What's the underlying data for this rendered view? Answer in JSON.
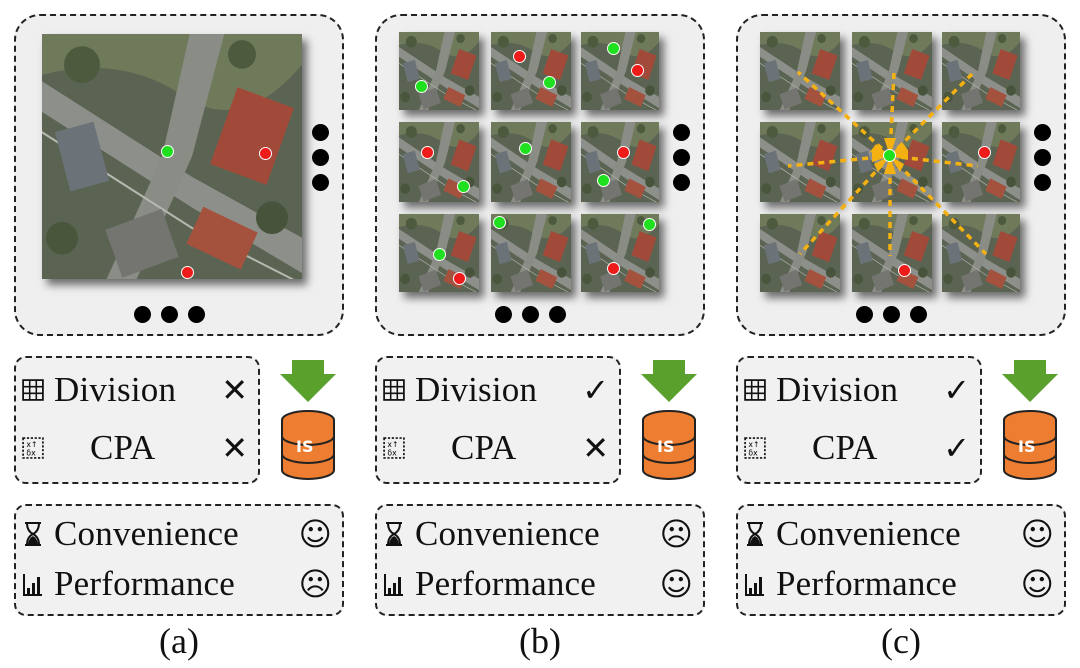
{
  "panels": [
    {
      "caption": "(a)",
      "division_label": "Division",
      "division_mark": "✕",
      "cpa_label": "CPA",
      "cpa_mark": "✕",
      "convenience_label": "Convenience",
      "convenience_face": "☺",
      "performance_label": "Performance",
      "performance_face": "☹"
    },
    {
      "caption": "(b)",
      "division_label": "Division",
      "division_mark": "✓",
      "cpa_label": "CPA",
      "cpa_mark": "✕",
      "convenience_label": "Convenience",
      "convenience_face": "☹",
      "performance_label": "Performance",
      "performance_face": "☺"
    },
    {
      "caption": "(c)",
      "division_label": "Division",
      "division_mark": "✓",
      "cpa_label": "CPA",
      "cpa_mark": "✓",
      "convenience_label": "Convenience",
      "convenience_face": "☺",
      "performance_label": "Performance",
      "performance_face": "☺"
    }
  ],
  "database_label": "IS",
  "colors": {
    "point_green": "#1ee01e",
    "point_red": "#ee1b1b",
    "arrow_green": "#5aa02c",
    "database_orange": "#ed7d31",
    "rays": "#f5b111"
  }
}
